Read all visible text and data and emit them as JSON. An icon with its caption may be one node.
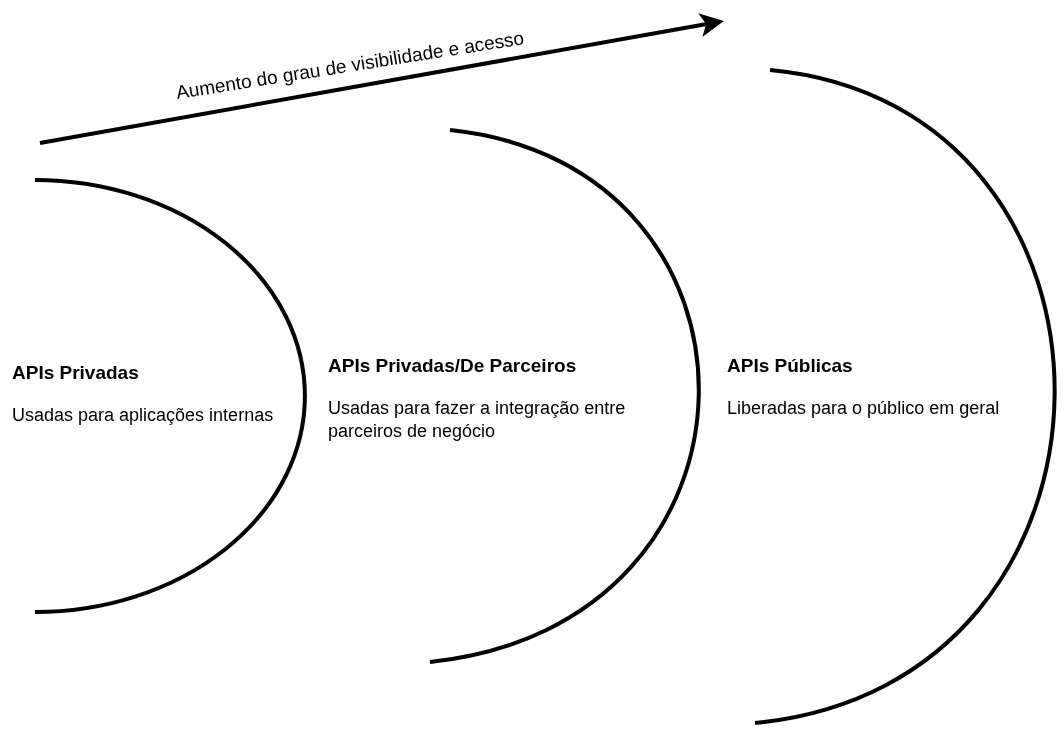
{
  "diagram": {
    "nodes": [
      {
        "text": [
          "APIs Privadas",
          "Usadas para aplicações internas"
        ]
      },
      {
        "text": [
          "APIs Privadas/De Parceiros",
          "Usadas para fazer a integração entre parceiros de negócio"
        ]
      },
      {
        "text": [
          "APIs Públicas",
          "Liberadas para o público em geral"
        ]
      }
    ],
    "labels": [
      "Aumento do grau de visibilidade e acesso"
    ]
  }
}
